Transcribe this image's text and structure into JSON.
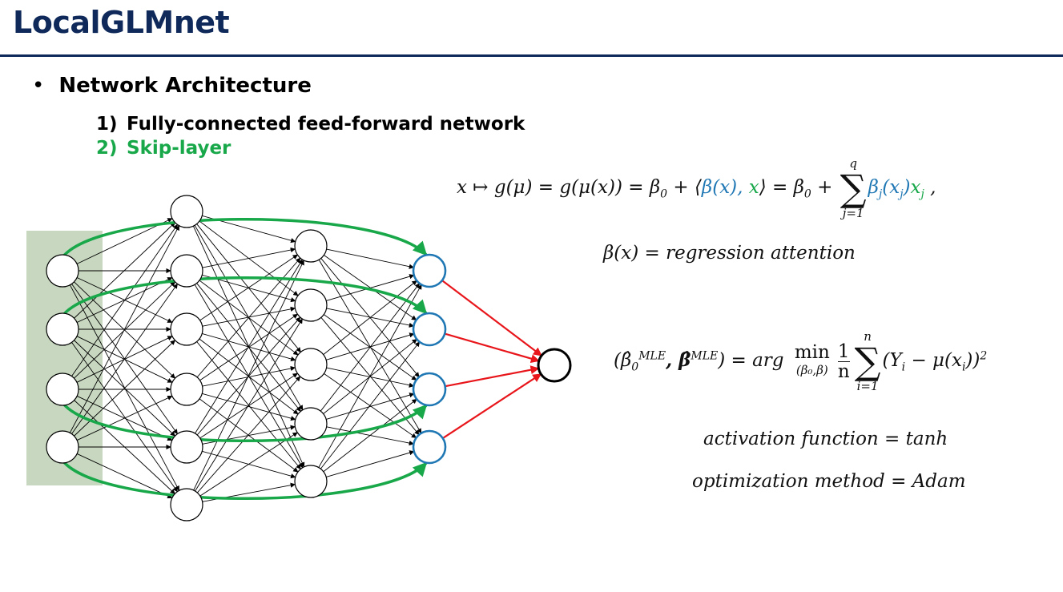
{
  "header": {
    "title": "LocalGLMnet"
  },
  "section": {
    "bullet_symbol": "•",
    "heading": "Network Architecture"
  },
  "list": [
    {
      "num": "1)",
      "text": "Fully-connected feed-forward network",
      "color": "#000000"
    },
    {
      "num": "2)",
      "text": "Skip-layer",
      "color": "#18a84a"
    }
  ],
  "equations": {
    "model": {
      "p1": "x  ↦ g(μ) =  g",
      "p2": "(μ(x)) = β",
      "p2_sub": "0",
      "p3": " + ⟨",
      "beta_x": "β(x), ",
      "x_green": "x",
      "p4": "⟩ = β",
      "p4_sub": "0",
      "p5": " + ",
      "sum_top": "q",
      "sum_bottom": "j=1",
      "sum_symbol": "∑",
      "beta_j": "β",
      "beta_j_sub": "j",
      "beta_j_rest": "(x",
      "beta_j_rest_sub": "j",
      "beta_j_close": ")",
      "x_j": "x",
      "x_j_sub": "j",
      "tail": " ,"
    },
    "attention": "β(x) = regression attention",
    "mle": {
      "p1": "(β̂",
      "p1_sub": "0",
      "p1_sup": "MLE",
      "p2": ", β̂",
      "p2_sup": "MLE",
      "p3": ") = arg ",
      "min_label": "min",
      "min_sub": "(β₀,β)",
      "frac_num": "1",
      "frac_den": "n",
      "sum_top": "n",
      "sum_bottom": "i=1",
      "sum_symbol": "∑",
      "p4": "(Y",
      "p4_sub": "i",
      "p5": "  − μ(x",
      "p5_sub": "i",
      "p6": "))",
      "p6_sup": "2"
    },
    "activation": "activation function = tanh",
    "optimization": "optimization method = Adam"
  },
  "colors": {
    "title": "#0f2a5a",
    "skip": "#18a84a",
    "output_edges": "#e8161b",
    "attention_nodes": "#1f77b4",
    "input_band": "#c8d8c0"
  },
  "network": {
    "layers": [
      4,
      6,
      5,
      4,
      1
    ],
    "skip_connections": 4
  }
}
